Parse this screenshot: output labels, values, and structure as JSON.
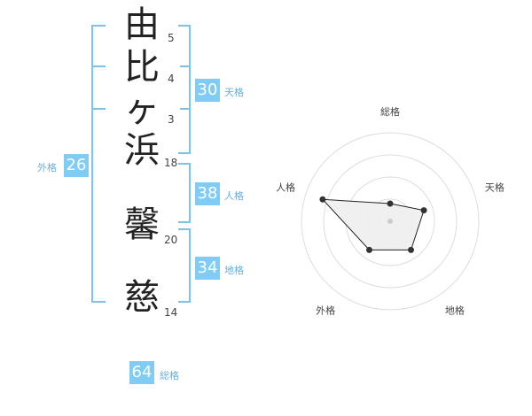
{
  "name": {
    "characters": [
      {
        "char": "由",
        "strokes": "5"
      },
      {
        "char": "比",
        "strokes": "4"
      },
      {
        "char": "ヶ",
        "strokes": "3"
      },
      {
        "char": "浜",
        "strokes": "18"
      },
      {
        "char": "馨",
        "strokes": "20"
      },
      {
        "char": "慈",
        "strokes": "14"
      }
    ]
  },
  "fortune": {
    "tenkaku": {
      "value": "30",
      "label": "天格"
    },
    "jinkaku": {
      "value": "38",
      "label": "人格"
    },
    "chikaku": {
      "value": "34",
      "label": "地格"
    },
    "gaikaku": {
      "value": "26",
      "label": "外格"
    },
    "soukaku": {
      "value": "64",
      "label": "総格"
    }
  },
  "radar": {
    "axes": [
      "総格",
      "天格",
      "地格",
      "外格",
      "人格"
    ],
    "levels": 4,
    "values": [
      0.2,
      0.4,
      0.4,
      0.4,
      0.8
    ],
    "fill": "#eeeeee",
    "stroke": "#222222"
  }
}
